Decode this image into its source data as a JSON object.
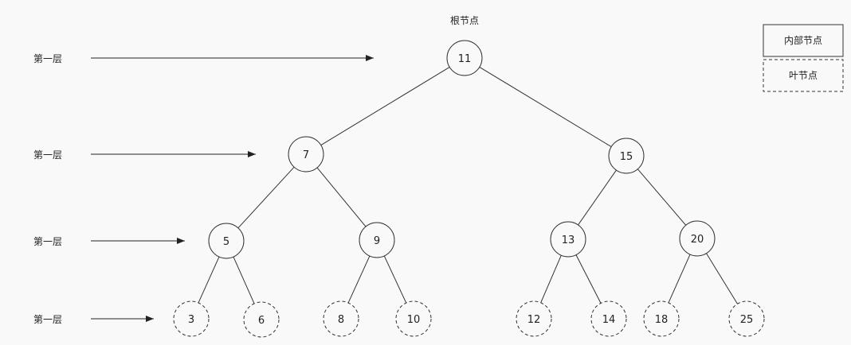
{
  "diagram": {
    "root_label": "根节点",
    "legend": {
      "internal": "内部节点",
      "leaf": "叶节点"
    },
    "levels": [
      {
        "label": "第一层"
      },
      {
        "label": "第一层"
      },
      {
        "label": "第一层"
      },
      {
        "label": "第一层"
      }
    ],
    "nodes": [
      {
        "id": "n11",
        "value": "11",
        "type": "internal"
      },
      {
        "id": "n7",
        "value": "7",
        "type": "internal"
      },
      {
        "id": "n15",
        "value": "15",
        "type": "internal"
      },
      {
        "id": "n5",
        "value": "5",
        "type": "internal"
      },
      {
        "id": "n9",
        "value": "9",
        "type": "internal"
      },
      {
        "id": "n13",
        "value": "13",
        "type": "internal"
      },
      {
        "id": "n20",
        "value": "20",
        "type": "internal"
      },
      {
        "id": "n3",
        "value": "3",
        "type": "leaf"
      },
      {
        "id": "n6",
        "value": "6",
        "type": "leaf"
      },
      {
        "id": "n8",
        "value": "8",
        "type": "leaf"
      },
      {
        "id": "n10",
        "value": "10",
        "type": "leaf"
      },
      {
        "id": "n12",
        "value": "12",
        "type": "leaf"
      },
      {
        "id": "n14",
        "value": "14",
        "type": "leaf"
      },
      {
        "id": "n18",
        "value": "18",
        "type": "leaf"
      },
      {
        "id": "n25",
        "value": "25",
        "type": "leaf"
      }
    ],
    "edges": [
      [
        "n11",
        "n7"
      ],
      [
        "n11",
        "n15"
      ],
      [
        "n7",
        "n5"
      ],
      [
        "n7",
        "n9"
      ],
      [
        "n15",
        "n13"
      ],
      [
        "n15",
        "n20"
      ],
      [
        "n5",
        "n3"
      ],
      [
        "n5",
        "n6"
      ],
      [
        "n9",
        "n8"
      ],
      [
        "n9",
        "n10"
      ],
      [
        "n13",
        "n12"
      ],
      [
        "n13",
        "n14"
      ],
      [
        "n20",
        "n18"
      ],
      [
        "n20",
        "n25"
      ]
    ]
  }
}
